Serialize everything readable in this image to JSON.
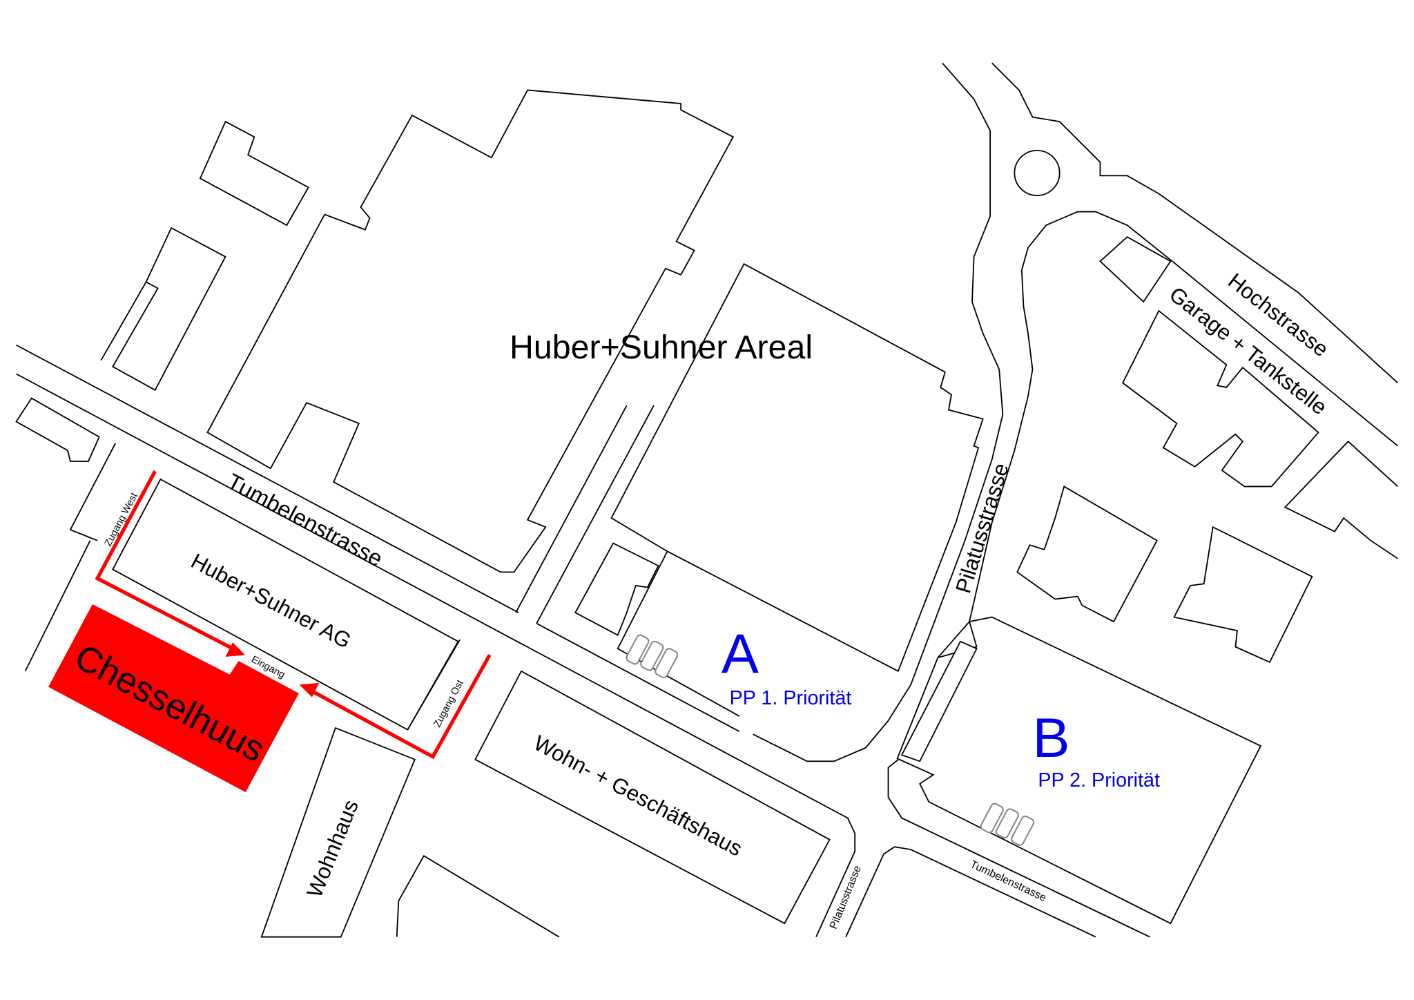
{
  "title": "Huber+Suhner Areal",
  "colors": {
    "route": "#ff0000",
    "target": "#ff0000",
    "parking": "#0000ee",
    "lines": "#000000"
  },
  "streets": {
    "tumbelen_main": "Tumbelenstrasse",
    "tumbelen_lower": "Tumbelenstrasse",
    "pilatus_main": "Pilatusstrasse",
    "pilatus_lower": "Pilatusstrasse",
    "hochstrasse": "Hochstrasse"
  },
  "buildings": {
    "huber_suhner_ag": "Huber+Suhner AG",
    "chesselhuus": "Chesselhuus",
    "wohnhaus": "Wohnhaus",
    "wohn_geschaeftshaus": "Wohn- + Geschäftshaus",
    "garage": "Garage + Tankstelle"
  },
  "access": {
    "west": "Zugang West",
    "east": "Zugang Ost",
    "entrance": "Eingang"
  },
  "parking": [
    {
      "letter": "A",
      "label": "PP 1. Priorität"
    },
    {
      "letter": "B",
      "label": "PP 2. Priorität"
    }
  ]
}
